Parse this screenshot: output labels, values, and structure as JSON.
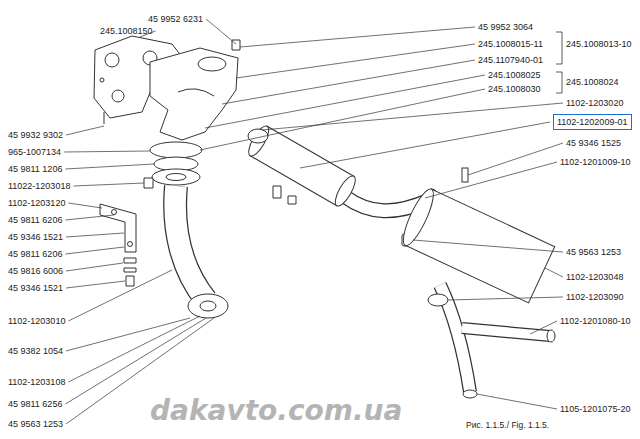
{
  "diagram": {
    "caption": "Рис. 1.1.5./ Fig. 1.1.5.",
    "nodes": [
      {
        "text": [
          "1102-1202009-01"
        ]
      }
    ],
    "edges": [],
    "labels": [
      "45 9952 6231",
      "245.1008150",
      "45 9932 9302",
      "965-1007134",
      "45 9811 1206",
      "11022-1203018",
      "1102-1203120",
      "45 9811 6206",
      "45 9346 1521",
      "45 9811 6206",
      "45 9816 6006",
      "45 9346 1521",
      "1102-1203010",
      "45 9382 1054",
      "1102-1203108",
      "45 9811 6256",
      "45 9563 1253",
      "45 9952 3064",
      "245.1008015-11",
      "245.1107940-01",
      "245.1008013-10",
      "245.1008025",
      "245.1008030",
      "245.1008024",
      "1102-1203020",
      "45 9346 1525",
      "1102-1201009-10",
      "45 9563 1253",
      "1102-1203048",
      "1102-1203090",
      "1102-1201080-10",
      "1105-1201075-20",
      "dakavto.com.ua"
    ]
  }
}
